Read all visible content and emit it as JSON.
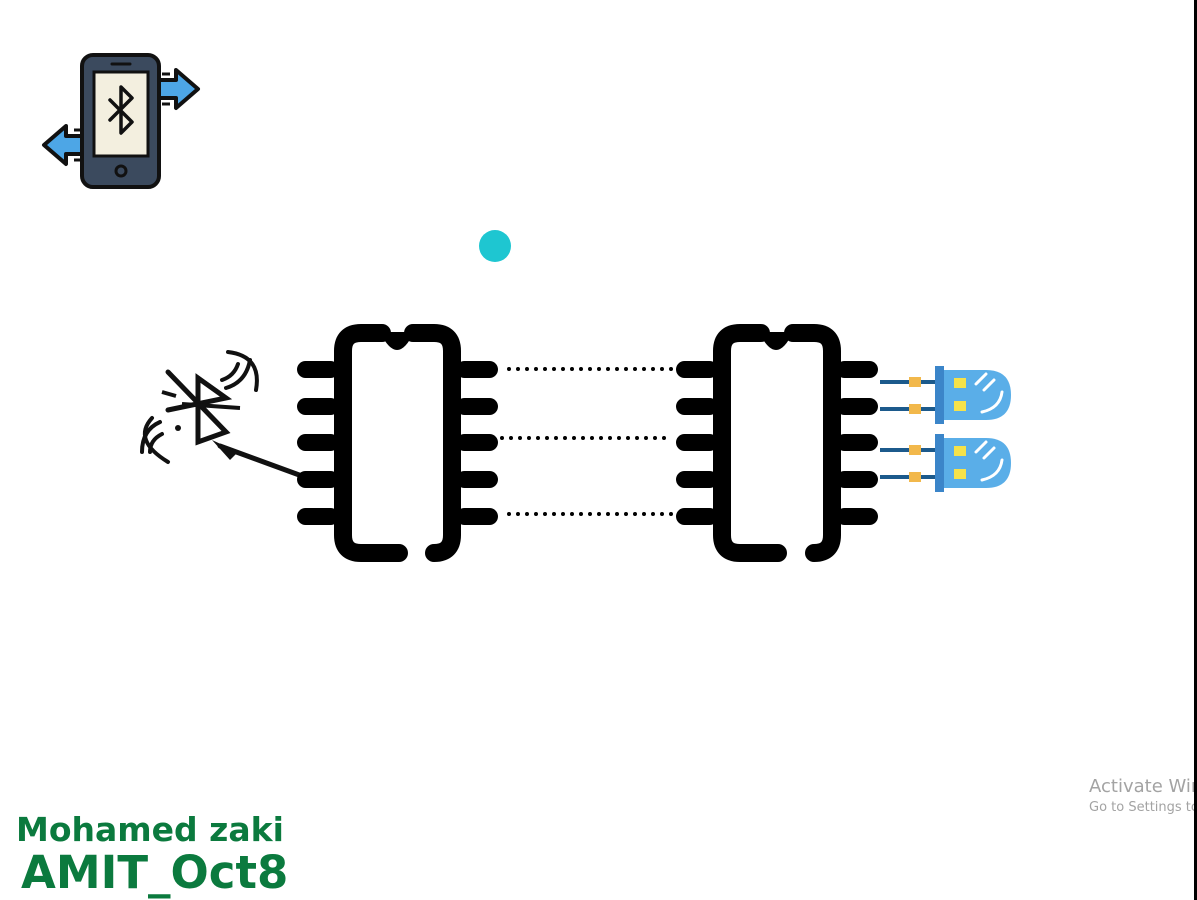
{
  "footer": {
    "author": "Mohamed zaki",
    "course": "AMIT_Oct8"
  },
  "watermark": {
    "title": "Activate Windows",
    "subtitle": "Go to Settings to activate Windows."
  },
  "colors": {
    "chip": "#000000",
    "author_text": "#0b7a3e",
    "phone_body": "#3b4a5e",
    "phone_screen": "#f3efdf",
    "arrow": "#4da6e6",
    "led_body": "#5aaee8",
    "led_leg": "#1c5a8c",
    "led_resistor": "#f2b84b",
    "led_chip": "#f5e24a",
    "cursor_dot": "#1ec6d1",
    "watermark": "#a3a3a3"
  },
  "icons": [
    "smartphone-bluetooth-icon",
    "bluetooth-antenna-icon",
    "microcontroller-chip-icon",
    "led-icon",
    "cursor-dot"
  ]
}
